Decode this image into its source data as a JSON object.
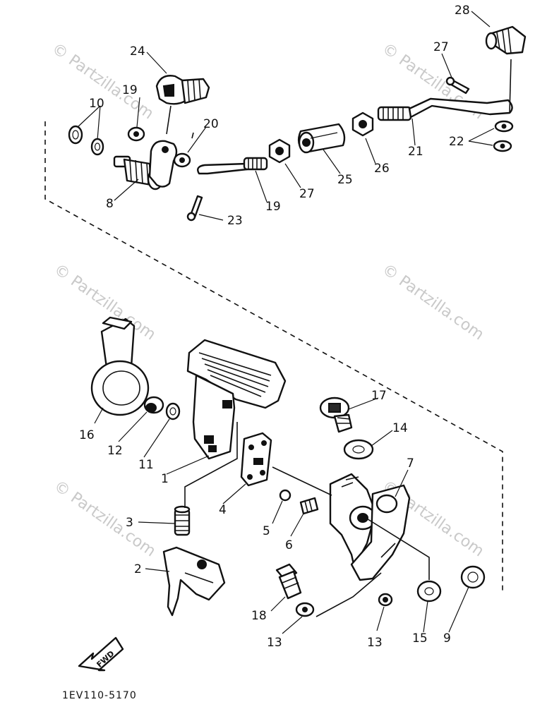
{
  "watermark": "© Partzilla.com",
  "diagram_code": "1EV110-5170",
  "direction_label": "FWD",
  "callouts": [
    {
      "id": "c1",
      "text": "1"
    },
    {
      "id": "c2",
      "text": "2"
    },
    {
      "id": "c3",
      "text": "3"
    },
    {
      "id": "c4",
      "text": "4"
    },
    {
      "id": "c5",
      "text": "5"
    },
    {
      "id": "c6",
      "text": "6"
    },
    {
      "id": "c7",
      "text": "7"
    },
    {
      "id": "c8",
      "text": "8"
    },
    {
      "id": "c9",
      "text": "9"
    },
    {
      "id": "c10",
      "text": "10"
    },
    {
      "id": "c11",
      "text": "11"
    },
    {
      "id": "c12",
      "text": "12"
    },
    {
      "id": "c13a",
      "text": "13"
    },
    {
      "id": "c13b",
      "text": "13"
    },
    {
      "id": "c14a",
      "text": "14"
    },
    {
      "id": "c14b",
      "text": "14"
    },
    {
      "id": "c15",
      "text": "15"
    },
    {
      "id": "c16",
      "text": "16"
    },
    {
      "id": "c17",
      "text": "17"
    },
    {
      "id": "c18",
      "text": "18"
    },
    {
      "id": "c19a",
      "text": "19"
    },
    {
      "id": "c19b",
      "text": "19"
    },
    {
      "id": "c20",
      "text": "20"
    },
    {
      "id": "c21",
      "text": "21"
    },
    {
      "id": "c22",
      "text": "22"
    },
    {
      "id": "c23",
      "text": "23"
    },
    {
      "id": "c24",
      "text": "24"
    },
    {
      "id": "c25",
      "text": "25"
    },
    {
      "id": "c26",
      "text": "26"
    },
    {
      "id": "c27",
      "text": "27"
    },
    {
      "id": "c28",
      "text": "28"
    }
  ]
}
